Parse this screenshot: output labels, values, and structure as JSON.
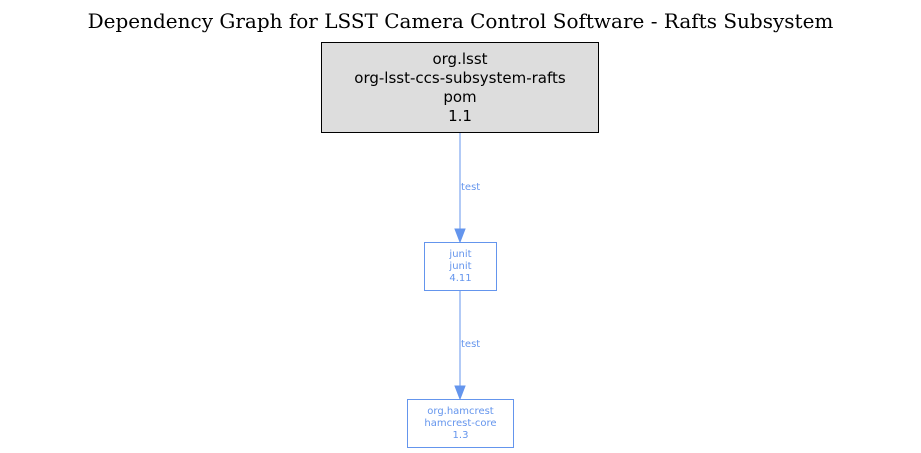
{
  "title": "Dependency Graph for LSST Camera Control Software - Rafts Subsystem",
  "colors": {
    "root_fill": "#dddddd",
    "root_border": "#000000",
    "dependency_color": "#6495ed"
  },
  "nodes": {
    "root": {
      "group": "org.lsst",
      "artifact": "org-lsst-ccs-subsystem-rafts",
      "type": "pom",
      "version": "1.1"
    },
    "junit": {
      "group": "junit",
      "artifact": "junit",
      "version": "4.11"
    },
    "hamcrest": {
      "group": "org.hamcrest",
      "artifact": "hamcrest-core",
      "version": "1.3"
    }
  },
  "edges": [
    {
      "from": "root",
      "to": "junit",
      "scope": "test"
    },
    {
      "from": "junit",
      "to": "hamcrest",
      "scope": "test"
    }
  ]
}
